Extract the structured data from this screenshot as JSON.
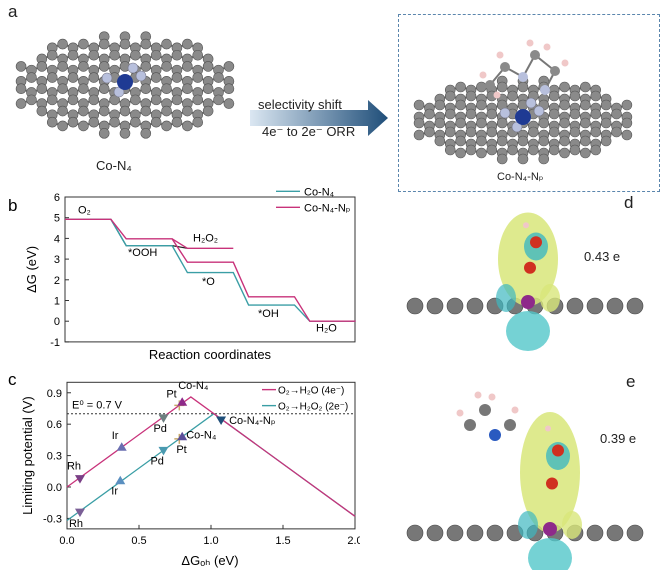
{
  "panels": {
    "a": {
      "label": "a",
      "left_caption": "Co-N₄",
      "right_caption": "Co-N₄-Nₚ",
      "arrow_top": "selectivity shift",
      "arrow_bottom": "4e⁻ to 2e⁻ ORR"
    },
    "d": {
      "label": "d",
      "charge": "0.43 e"
    },
    "e": {
      "label": "e",
      "charge": "0.39 e"
    }
  },
  "colors": {
    "pink": "#c8327a",
    "teal": "#3a9ea5",
    "black": "#222222",
    "arrow_dark": "#1f4e79",
    "arrow_light": "#dbe7f2"
  },
  "chart_data": [
    {
      "panel": "b",
      "type": "line",
      "title": "",
      "xlabel": "Reaction coordinates",
      "ylabel": "ΔG (eV)",
      "ylim": [
        -1,
        6
      ],
      "yticks": [
        "6",
        "5",
        "4",
        "3",
        "2",
        "1",
        "0",
        "-1"
      ],
      "steps": [
        "O₂",
        "*OOH",
        "*O",
        "*OH",
        "H₂O"
      ],
      "step_labels": {
        "O2": "O₂",
        "OOH": "*OOH",
        "H2O2": "H₂O₂",
        "O": "*O",
        "OH": "*OH",
        "H2O": "H₂O"
      },
      "legend": [
        "Co-N₄-Nₚ",
        "Co-N₄"
      ],
      "legend_position": "top-right",
      "series": [
        {
          "name": "Co-N₄-Nₚ",
          "color": "pink",
          "values": [
            4.92,
            3.98,
            2.85,
            1.18,
            0
          ],
          "h2o2": 3.52
        },
        {
          "name": "Co-N₄",
          "color": "teal",
          "values": [
            4.92,
            3.65,
            2.35,
            0.78,
            0
          ],
          "h2o2": 3.52
        }
      ]
    },
    {
      "panel": "c",
      "type": "scatter",
      "xlabel": "ΔGₒₕ (eV)",
      "ylabel": "Limiting potential (V)",
      "xlim": [
        0,
        2.0
      ],
      "ylim": [
        -0.4,
        1.0
      ],
      "xticks": [
        "0.0",
        "0.5",
        "1.0",
        "1.5",
        "2.0"
      ],
      "yticks": [
        "0.9",
        "0.6",
        "0.3",
        "0.0",
        "-0.3"
      ],
      "reference_line": {
        "value": 0.7,
        "label": "E⁰ = 0.7 V"
      },
      "legend": [
        "O₂→H₂O (4e⁻)",
        "O₂→H₂O₂ (2e⁻)"
      ],
      "legend_position": "top-right",
      "volcano_4e": [
        [
          0,
          0
        ],
        [
          0.86,
          0.86
        ],
        [
          2.0,
          -0.28
        ]
      ],
      "volcano_2e": [
        [
          0,
          -0.32
        ],
        [
          1.02,
          0.7
        ],
        [
          2.0,
          -0.28
        ]
      ],
      "points_4e": [
        {
          "label": "Rh",
          "x": 0.09,
          "y": 0.08,
          "marker": "down",
          "color": "#7a3f86"
        },
        {
          "label": "Ir",
          "x": 0.38,
          "y": 0.38,
          "marker": "up",
          "color": "#6a6fb0"
        },
        {
          "label": "Pd",
          "x": 0.67,
          "y": 0.66,
          "marker": "down",
          "color": "#6e7f80"
        },
        {
          "label": "Pt",
          "x": 0.78,
          "y": 0.78,
          "marker": "plus",
          "color": "#c8a96a"
        },
        {
          "label": "Co-N₄",
          "x": 0.8,
          "y": 0.81,
          "marker": "up",
          "color": "#8e2a8a"
        }
      ],
      "points_2e": [
        {
          "label": "Rh",
          "x": 0.09,
          "y": -0.24,
          "marker": "down",
          "color": "#7a5f96"
        },
        {
          "label": "Ir",
          "x": 0.37,
          "y": 0.06,
          "marker": "up",
          "color": "#5a8fc0"
        },
        {
          "label": "Pd",
          "x": 0.67,
          "y": 0.35,
          "marker": "down",
          "color": "#4a9ab0"
        },
        {
          "label": "Pt",
          "x": 0.78,
          "y": 0.46,
          "marker": "plus",
          "color": "#c8a96a"
        },
        {
          "label": "Co-N₄",
          "x": 0.8,
          "y": 0.48,
          "marker": "up",
          "color": "#5a4f9a"
        },
        {
          "label": "Co-N₄-Nₚ",
          "x": 1.07,
          "y": 0.64,
          "marker": "down",
          "color": "#1f4e79"
        }
      ]
    }
  ]
}
